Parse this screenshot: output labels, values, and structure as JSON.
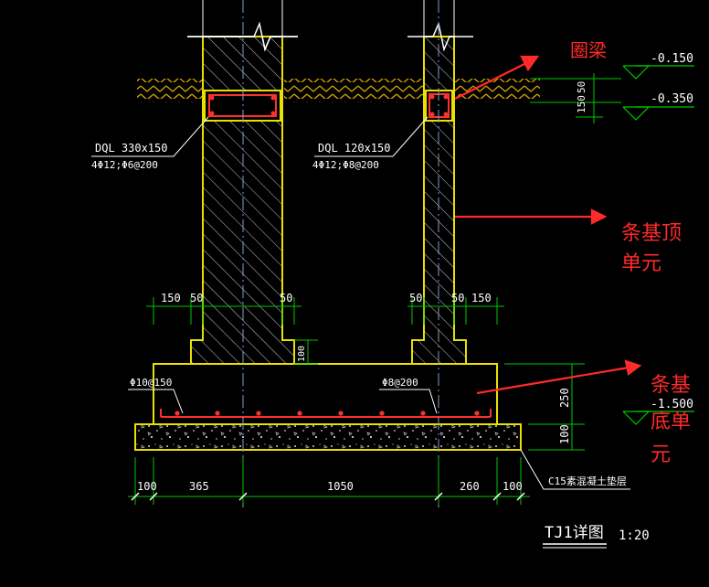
{
  "colors": {
    "background": "#000000",
    "wall": "#e8e000",
    "dimension": "#00c800",
    "text": "#ffffff",
    "annotation": "#ff2a2a",
    "axis": "#7fa0c8",
    "rebar": "#ff3030",
    "cushion": "#e8e000"
  },
  "annotations": {
    "ring_beam": "圈梁",
    "strip_top_line1": "条基顶",
    "strip_top_line2": "单元",
    "strip_bottom_line1": "条基",
    "strip_bottom_line2": "底单",
    "strip_bottom_line3": "元"
  },
  "beam_left": {
    "name": "DQL 330x150",
    "rebar": "4Φ12;Φ6@200"
  },
  "beam_right": {
    "name": "DQL 120x150",
    "rebar": "4Φ12;Φ8@200"
  },
  "elevations": {
    "top": "-0.150",
    "mid": "-0.350",
    "bottom": "-1.500"
  },
  "right_dims": {
    "beam_height": "150",
    "beam_depth": "50"
  },
  "step_dims": {
    "left_outer": "150",
    "left_inner": "50",
    "left_wall": "50",
    "right_wall": "50",
    "right_inner": "50",
    "right_outer": "150"
  },
  "step_height": "100",
  "rebar": {
    "bottom_left": "Φ10@150",
    "bottom_right": "Φ8@200"
  },
  "footing_dims": {
    "footing_height": "250",
    "cushion_height": "100"
  },
  "bottom_dims": [
    "100",
    "365",
    "1050",
    "260",
    "100"
  ],
  "cushion_label": "C15素混凝土垫层",
  "detail": {
    "title": "TJ1详图",
    "scale": "1:20"
  }
}
